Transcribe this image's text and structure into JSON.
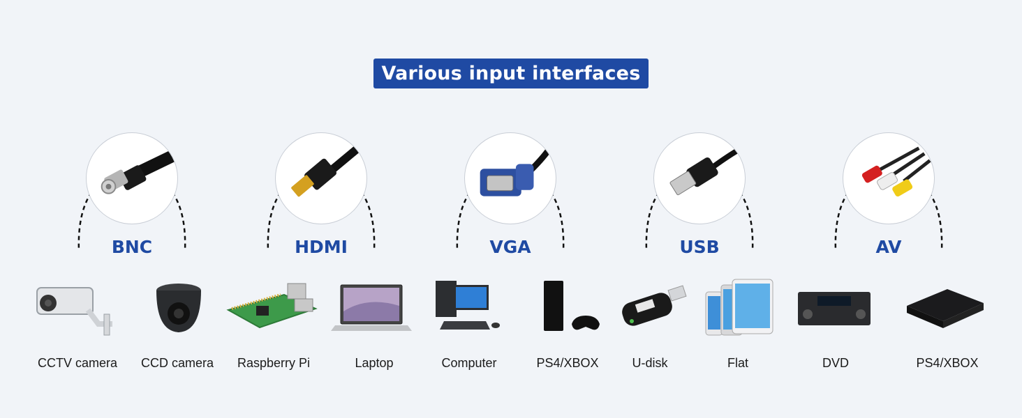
{
  "title": "Various input interfaces",
  "accent": "#1f4aa3",
  "interfaces": [
    {
      "label": "BNC"
    },
    {
      "label": "HDMI"
    },
    {
      "label": "VGA"
    },
    {
      "label": "USB"
    },
    {
      "label": "AV"
    }
  ],
  "devices": [
    {
      "label": "CCTV camera"
    },
    {
      "label": "CCD camera"
    },
    {
      "label": "Raspberry Pi"
    },
    {
      "label": "Laptop"
    },
    {
      "label": "Computer"
    },
    {
      "label": "PS4/XBOX"
    },
    {
      "label": "U-disk"
    },
    {
      "label": "Flat"
    },
    {
      "label": "DVD"
    },
    {
      "label": "PS4/XBOX"
    }
  ]
}
